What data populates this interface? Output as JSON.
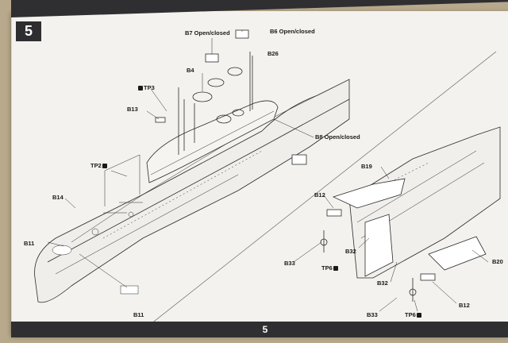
{
  "step": {
    "number": "5"
  },
  "page_number": "5",
  "labels": {
    "b7": "B7 Open/closed",
    "b6": "B6 Open/closed",
    "b26": "B26",
    "b4": "B4",
    "tp3": "TP3",
    "b13": "B13",
    "b8": "B8 Open/closed",
    "tp2": "TP2",
    "b14": "B14",
    "b11_top": "B11",
    "b11_bottom": "B11",
    "b19": "B19",
    "b12_left": "B12",
    "b33_left": "B33",
    "tp6_left": "TP6",
    "b32_left": "B32",
    "b32_right": "B32",
    "b20": "B20",
    "b12_right": "B12",
    "b33_right": "B33",
    "tp6_right": "TP6"
  },
  "icons": {
    "photo_etch": "photo-etch-icon"
  },
  "colors": {
    "bar": "#2f2f31",
    "paper": "#f3f2ee",
    "ink": "#2a2a2a"
  }
}
